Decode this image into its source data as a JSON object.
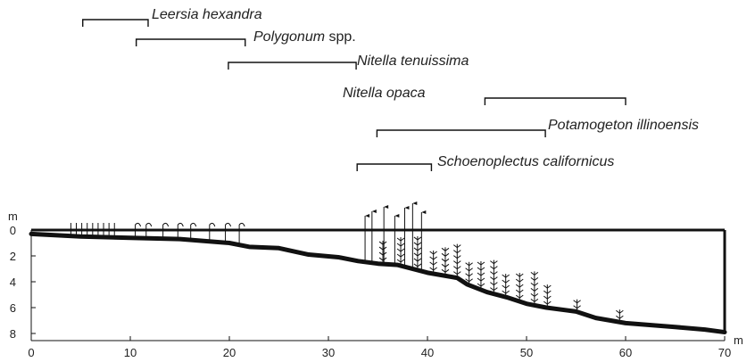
{
  "chart_data": {
    "type": "diagram",
    "y_unit": "m",
    "x_unit": "m",
    "x_ticks": [
      "0",
      "10",
      "20",
      "30",
      "40",
      "50",
      "60",
      "70"
    ],
    "y_ticks": [
      "0",
      "2",
      "4",
      "6",
      "8"
    ],
    "xlim": [
      0,
      70
    ],
    "ylim": [
      0,
      8
    ],
    "profile": [
      {
        "x": 0,
        "depth": 0.3
      },
      {
        "x": 5,
        "depth": 0.5
      },
      {
        "x": 10,
        "depth": 0.6
      },
      {
        "x": 15,
        "depth": 0.7
      },
      {
        "x": 20,
        "depth": 1.0
      },
      {
        "x": 22,
        "depth": 1.3
      },
      {
        "x": 25,
        "depth": 1.4
      },
      {
        "x": 28,
        "depth": 1.9
      },
      {
        "x": 31,
        "depth": 2.1
      },
      {
        "x": 33,
        "depth": 2.4
      },
      {
        "x": 35,
        "depth": 2.6
      },
      {
        "x": 37,
        "depth": 2.7
      },
      {
        "x": 40,
        "depth": 3.3
      },
      {
        "x": 43,
        "depth": 3.7
      },
      {
        "x": 44,
        "depth": 4.2
      },
      {
        "x": 46,
        "depth": 4.8
      },
      {
        "x": 48,
        "depth": 5.2
      },
      {
        "x": 50,
        "depth": 5.7
      },
      {
        "x": 52,
        "depth": 6.0
      },
      {
        "x": 55,
        "depth": 6.3
      },
      {
        "x": 57,
        "depth": 6.8
      },
      {
        "x": 60,
        "depth": 7.2
      },
      {
        "x": 65,
        "depth": 7.5
      },
      {
        "x": 68,
        "depth": 7.7
      },
      {
        "x": 70,
        "depth": 7.9
      }
    ],
    "species": [
      {
        "name": "Leersia hexandra",
        "suffix": "",
        "x_start": 5.2,
        "x_end": 11.8
      },
      {
        "name": "Polygonum",
        "suffix": " spp.",
        "x_start": 10.6,
        "x_end": 21.6
      },
      {
        "name": "Nitella tenuissima",
        "suffix": "",
        "x_start": 19.9,
        "x_end": 32.8
      },
      {
        "name": "Nitella opaca",
        "suffix": "",
        "x_start": 45.8,
        "x_end": 60.0
      },
      {
        "name": "Potamogeton illinoensis",
        "suffix": "",
        "x_start": 34.9,
        "x_end": 51.9
      },
      {
        "name": "Schoenoplectus californicus",
        "suffix": "",
        "x_start": 32.9,
        "x_end": 40.4
      }
    ]
  }
}
